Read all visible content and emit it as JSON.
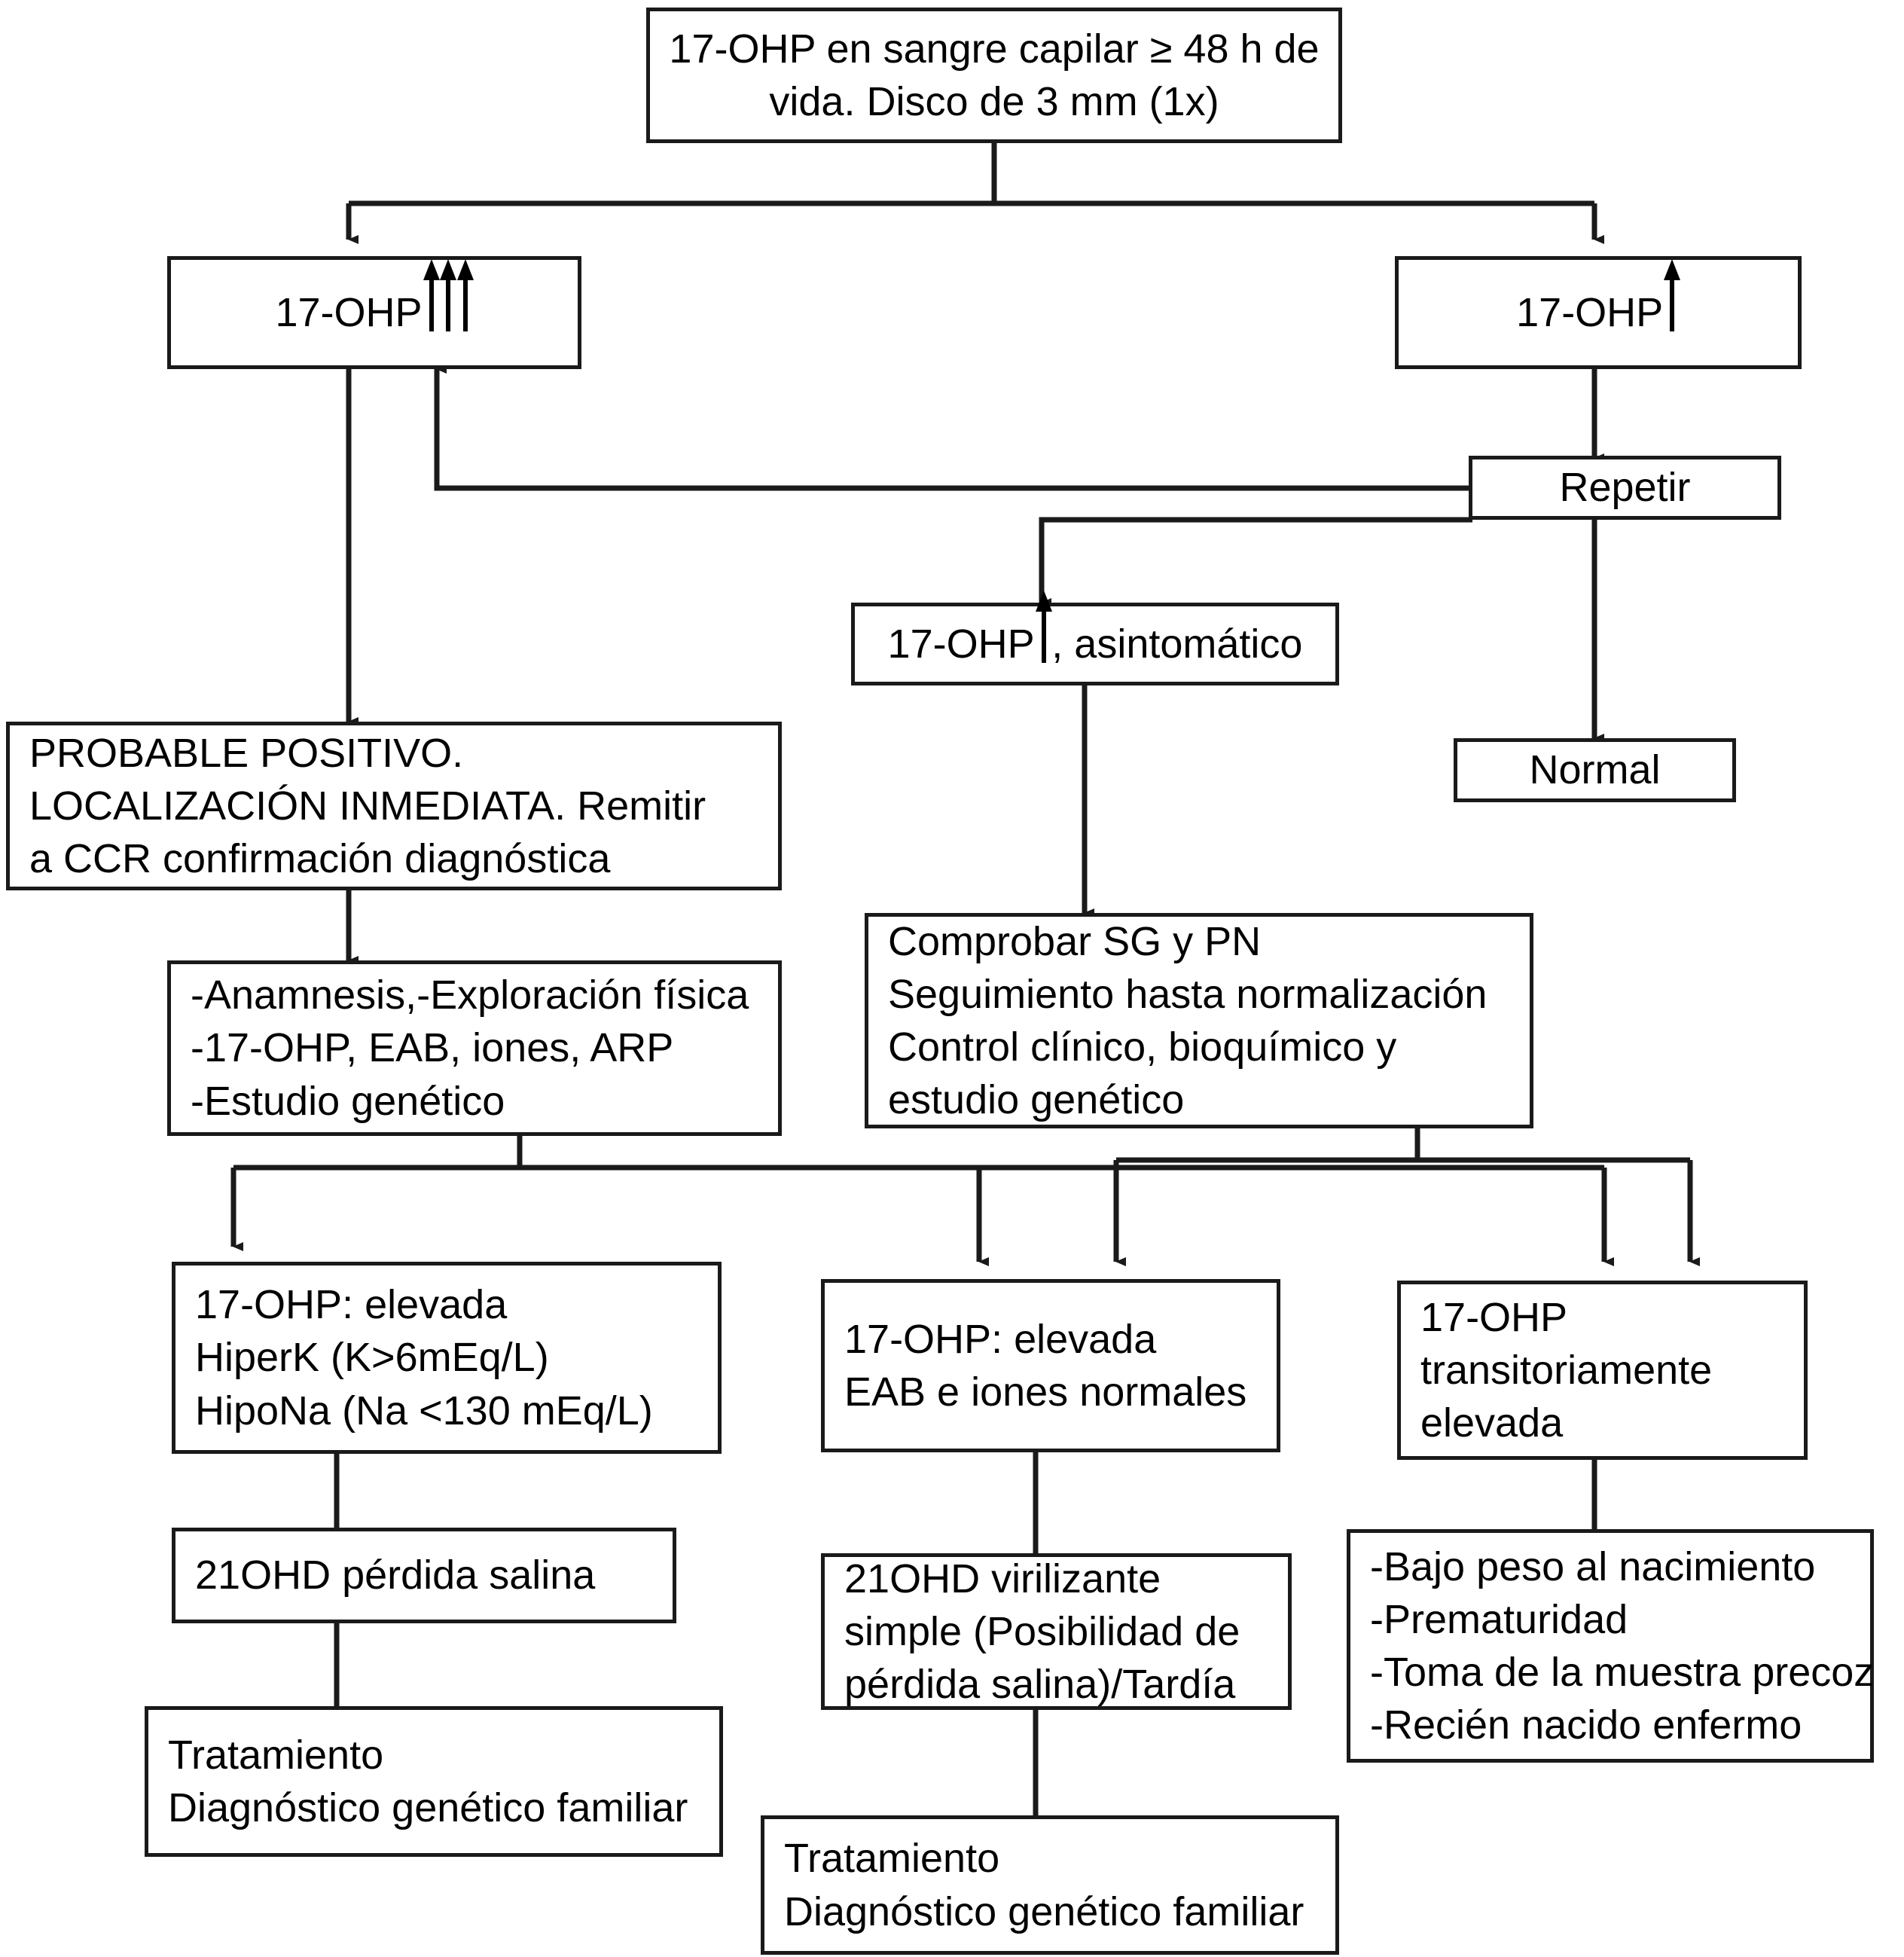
{
  "diagram": {
    "title": "Algoritmo de cribado neonatal de 17-OHP",
    "stroke_color": "#1a1a1a",
    "background_color": "#ffffff"
  },
  "nodes": {
    "root": {
      "lines": [
        "17-OHP en sangre capilar ≥ 48 h de",
        "vida. Disco de 3 mm (1x)"
      ]
    },
    "high3": {
      "label": "17-OHP",
      "arrows": 3
    },
    "high1": {
      "label": "17-OHP",
      "arrows": 1
    },
    "repetir": {
      "label": "Repetir"
    },
    "asintomatico": {
      "label_before": "17-OHP",
      "arrows": 1,
      "label_after": ", asintomático"
    },
    "normal": {
      "label": "Normal"
    },
    "probable_positivo": {
      "lines": [
        "PROBABLE POSITIVO.",
        "LOCALIZACIÓN INMEDIATA. Remitir",
        "a CCR confirmación diagnóstica"
      ]
    },
    "anamnesis": {
      "lines": [
        "-Anamnesis,-Exploración física",
        "-17-OHP, EAB, iones, ARP",
        "-Estudio genético"
      ]
    },
    "comprobar": {
      "lines": [
        "Comprobar SG y PN",
        "Seguimiento hasta normalización",
        "Control clínico, bioquímico y",
        "estudio genético"
      ]
    },
    "elevada_hiperk": {
      "lines": [
        "17-OHP: elevada",
        "HiperK (K>6mEq/L)",
        "HipoNa (Na <130 mEq/L)"
      ]
    },
    "elevada_normales": {
      "lines": [
        "17-OHP: elevada",
        "EAB e iones normales"
      ]
    },
    "transitoria": {
      "lines": [
        "17-OHP",
        "transitoriamente",
        "elevada"
      ]
    },
    "perdida_salina": {
      "lines": [
        "21OHD  pérdida salina"
      ]
    },
    "virilizante": {
      "lines": [
        "21OHD virilizante",
        "simple (Posibilidad de",
        "pérdida salina)/Tardía"
      ]
    },
    "causas": {
      "lines": [
        "-Bajo peso al nacimiento",
        "-Prematuridad",
        "-Toma de la muestra precoz",
        "-Recién nacido enfermo"
      ]
    },
    "tratamiento_left": {
      "lines": [
        "Tratamiento",
        "Diagnóstico genético familiar"
      ]
    },
    "tratamiento_mid": {
      "lines": [
        "Tratamiento",
        "Diagnóstico genético familiar"
      ]
    }
  }
}
